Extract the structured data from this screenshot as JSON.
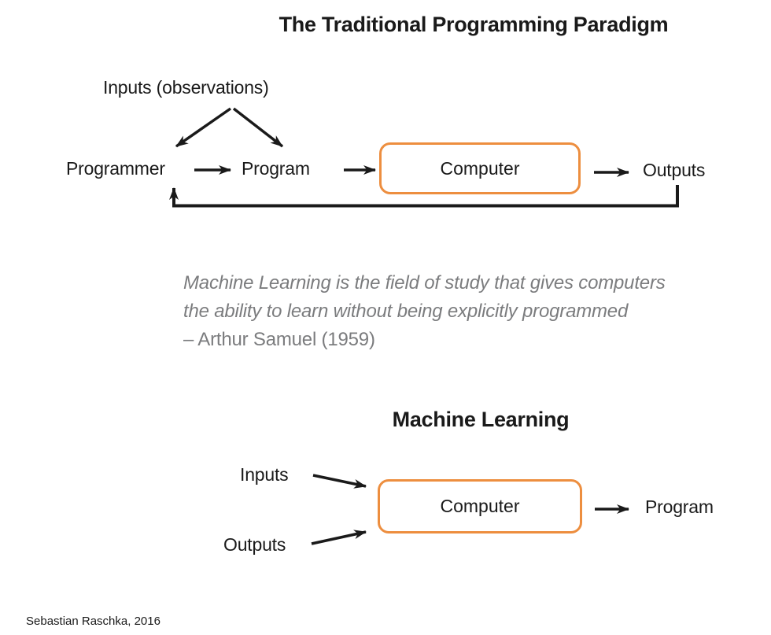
{
  "colors": {
    "box_border": "#ED8E3F",
    "text": "#1a1a1a",
    "quote_text": "#7b7c7e",
    "arrow": "#1a1a1a"
  },
  "traditional": {
    "title": "The Traditional Programming Paradigm",
    "inputs_label": "Inputs (observations)",
    "programmer_label": "Programmer",
    "program_label": "Program",
    "computer_label": "Computer",
    "outputs_label": "Outputs"
  },
  "quote": {
    "line1": "Machine Learning is the field of study that gives computers",
    "line2": "the ability to learn without being explicitly programmed",
    "attribution": "– Arthur Samuel (1959)"
  },
  "ml": {
    "title": "Machine Learning",
    "inputs_label": "Inputs",
    "outputs_label": "Outputs",
    "computer_label": "Computer",
    "program_label": "Program"
  },
  "footer": {
    "credit": "Sebastian Raschka, 2016"
  }
}
